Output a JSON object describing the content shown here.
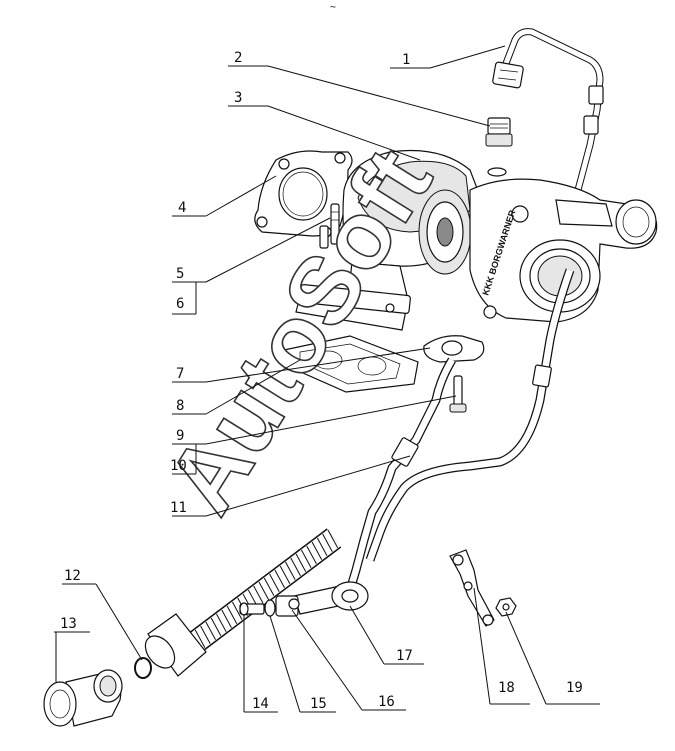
{
  "header": {
    "mark": "~"
  },
  "watermark": "AutoSoft",
  "callouts": [
    {
      "id": "1",
      "label": "1"
    },
    {
      "id": "2",
      "label": "2"
    },
    {
      "id": "3",
      "label": "3"
    },
    {
      "id": "4",
      "label": "4"
    },
    {
      "id": "5",
      "label": "5"
    },
    {
      "id": "6",
      "label": "6"
    },
    {
      "id": "7",
      "label": "7"
    },
    {
      "id": "8",
      "label": "8"
    },
    {
      "id": "9",
      "label": "9"
    },
    {
      "id": "10",
      "label": "10"
    },
    {
      "id": "11",
      "label": "11"
    },
    {
      "id": "12",
      "label": "12"
    },
    {
      "id": "13",
      "label": "13"
    },
    {
      "id": "14",
      "label": "14"
    },
    {
      "id": "15",
      "label": "15"
    },
    {
      "id": "16",
      "label": "16"
    },
    {
      "id": "17",
      "label": "17"
    },
    {
      "id": "18",
      "label": "18"
    },
    {
      "id": "19",
      "label": "19"
    }
  ],
  "brand_text": "KKK BORGWARNER"
}
